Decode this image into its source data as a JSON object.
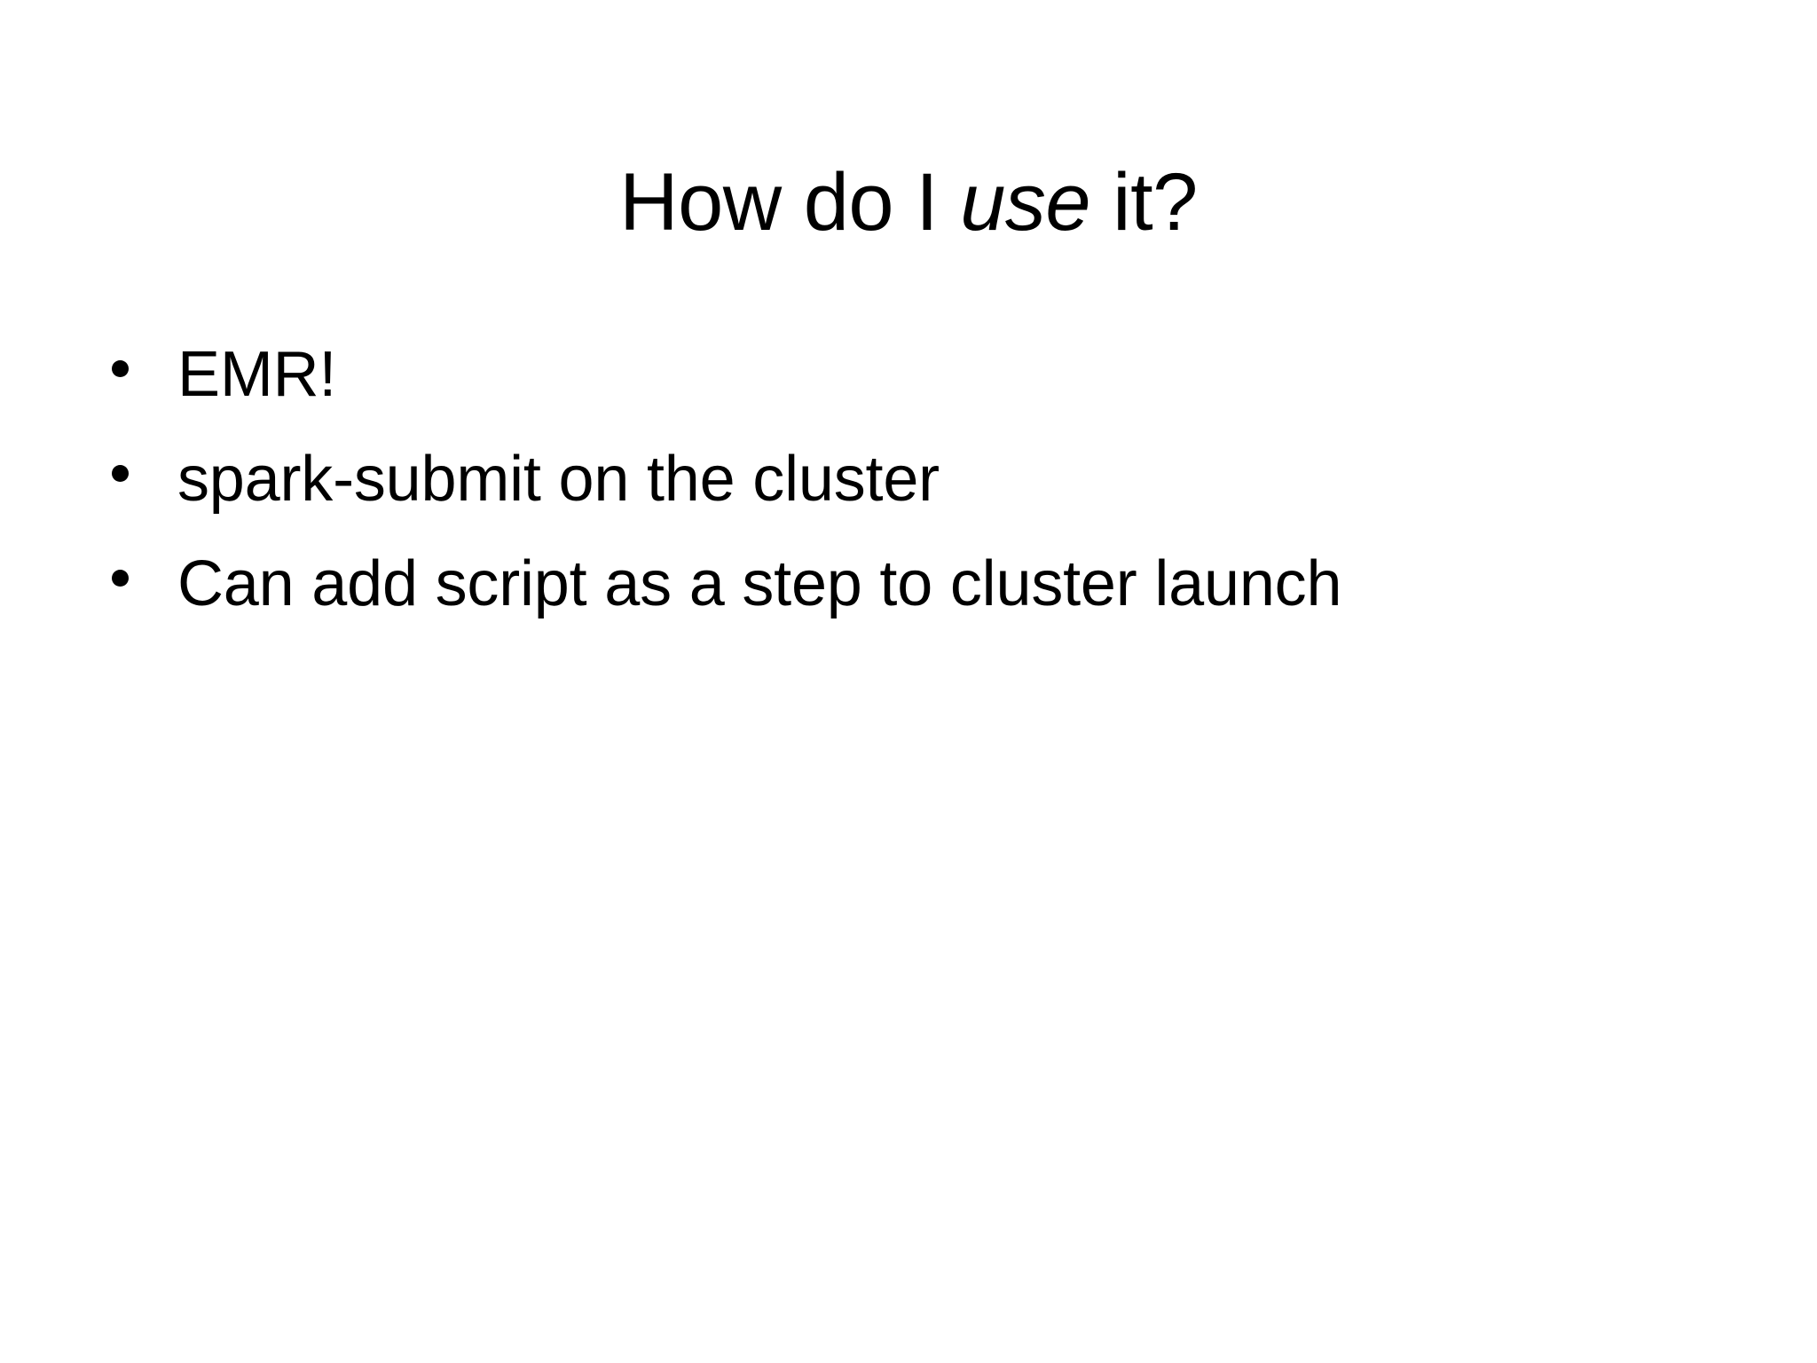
{
  "slide": {
    "background_color": "#ffffff",
    "text_color": "#000000",
    "title": {
      "full_text": "How do I use it?",
      "part_before": "How do I ",
      "emphasis": "use",
      "part_after": " it?"
    },
    "bullets": [
      {
        "marker": "bullet-dot",
        "text": "EMR!"
      },
      {
        "marker": "bullet-dot",
        "text": "spark-submit on the cluster"
      },
      {
        "marker": "bullet-dot",
        "text": "Can add script as a step to cluster launch"
      }
    ]
  }
}
